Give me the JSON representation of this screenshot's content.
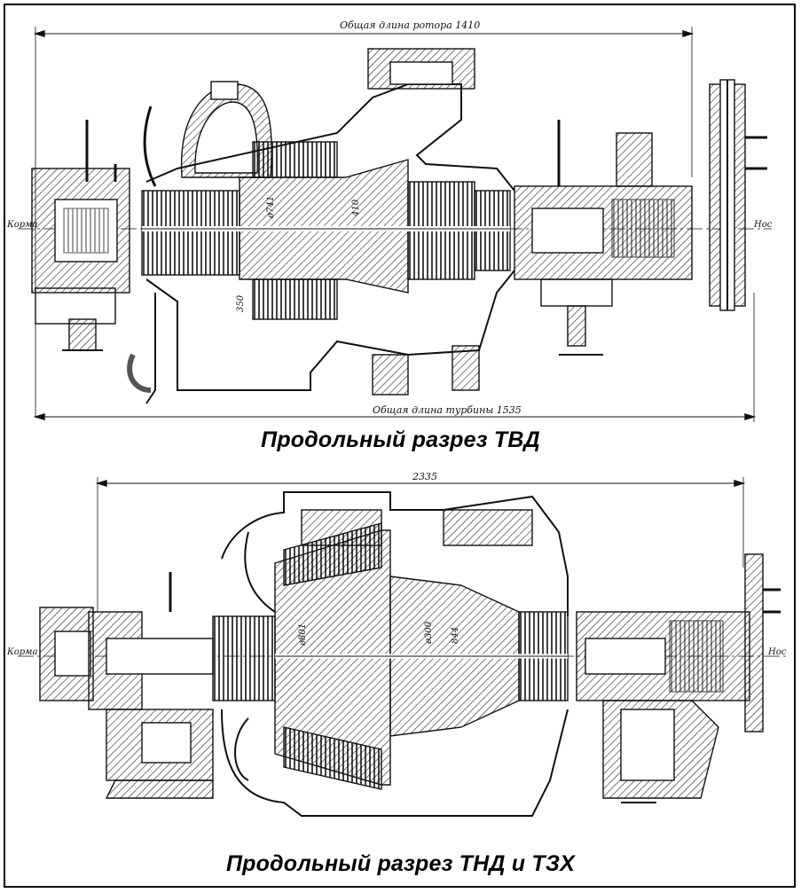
{
  "colors": {
    "ink": "#111111",
    "paper": "#ffffff",
    "hatch": "#222222"
  },
  "top_section": {
    "caption": "Продольный разрез ТВД",
    "dim_rotor_length": "Общая длина ротора 1410",
    "dim_turbine_length": "Общая длина турбины 1535",
    "label_left": "Корма",
    "label_right": "Нос",
    "dim_d1": "ø741",
    "dim_d2": "410",
    "dim_d3": "350"
  },
  "bottom_section": {
    "caption": "Продольный разрез ТНД и ТЗХ",
    "dim_total": "2335",
    "label_left": "Корма",
    "label_right": "Нос",
    "dim_d1": "ø801",
    "dim_d2": "ø300",
    "dim_d3": "844"
  }
}
